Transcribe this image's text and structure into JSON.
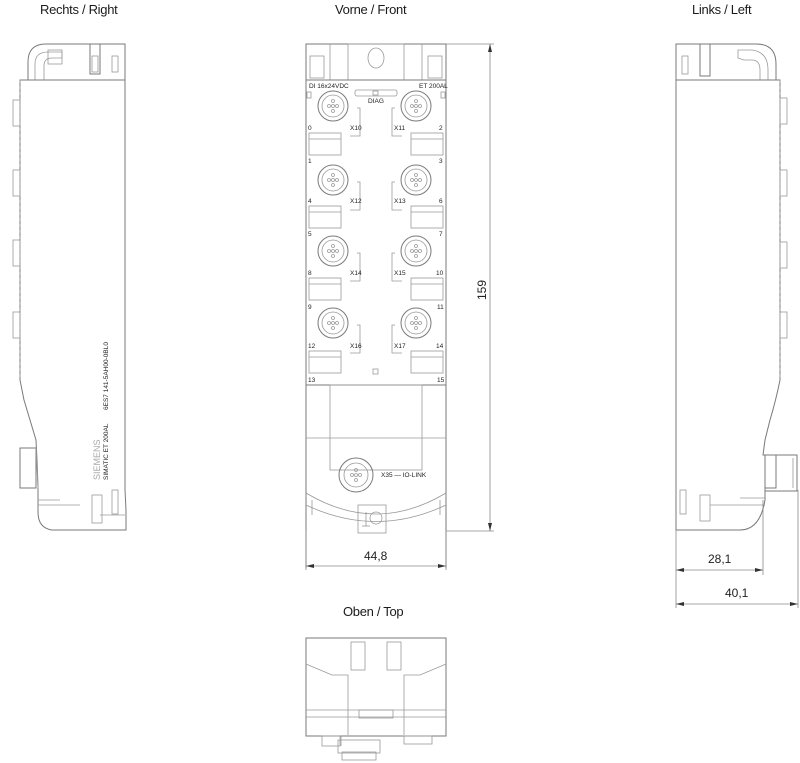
{
  "views": {
    "right": {
      "title": "Rechts / Right",
      "labels": {
        "brand": "SIEMENS",
        "product": "SIMATIC ET 200AL",
        "order_number": "6ES7 141-5AH00-0BL0"
      }
    },
    "front": {
      "title": "Vorne / Front",
      "labels": {
        "module_type": "DI 16x24VDC",
        "family": "ET 200AL",
        "diag": "DIAG",
        "io_link": "X35 — IO-LINK"
      },
      "connectors": [
        {
          "id": "X10",
          "side": "left",
          "upper_ch": "0",
          "lower_ch": "1"
        },
        {
          "id": "X11",
          "side": "right",
          "upper_ch": "2",
          "lower_ch": "3"
        },
        {
          "id": "X12",
          "side": "left",
          "upper_ch": "4",
          "lower_ch": "5"
        },
        {
          "id": "X13",
          "side": "right",
          "upper_ch": "6",
          "lower_ch": "7"
        },
        {
          "id": "X14",
          "side": "left",
          "upper_ch": "8",
          "lower_ch": "9"
        },
        {
          "id": "X15",
          "side": "right",
          "upper_ch": "10",
          "lower_ch": "11"
        },
        {
          "id": "X16",
          "side": "left",
          "upper_ch": "12",
          "lower_ch": "13"
        },
        {
          "id": "X17",
          "side": "right",
          "upper_ch": "14",
          "lower_ch": "15"
        }
      ]
    },
    "left": {
      "title": "Links / Left"
    },
    "top": {
      "title": "Oben / Top"
    }
  },
  "dimensions": {
    "front_width": "44,8",
    "front_height": "159",
    "left_depth_body": "28,1",
    "left_depth_total": "40,1"
  },
  "colors": {
    "line": "#7a7a7a",
    "text": "#222222",
    "background": "#ffffff"
  }
}
